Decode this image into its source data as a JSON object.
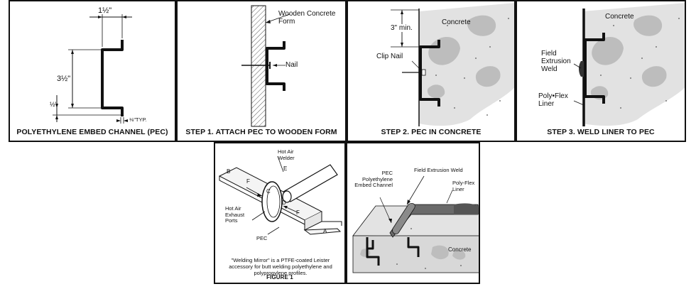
{
  "panels": {
    "p1": {
      "caption": "POLYETHYLENE EMBED CHANNEL (PEC)",
      "dim_top": "1½\"",
      "dim_height": "3½\"",
      "dim_small": "½\"",
      "dim_thickness": "⅛\"TYP."
    },
    "p2": {
      "caption": "STEP 1. ATTACH PEC TO WOODEN FORM",
      "form_label": "Wooden Concrete Form",
      "nail_label": "Nail"
    },
    "p3": {
      "caption": "STEP 2. PEC IN CONCRETE",
      "depth_label": "3\" min.",
      "concrete_label": "Concrete",
      "clip_nail_label": "Clip Nail"
    },
    "p4": {
      "caption": "STEP 3. WELD LINER TO PEC",
      "concrete_label": "Concrete",
      "weld_label": "Field Extrusion Weld",
      "liner_label": "Poly•Flex Liner"
    },
    "p5": {
      "caption": "FIGURE 1",
      "welder_label": "Hot Air Welder",
      "ports_label": "Hot Air Exhaust Ports",
      "pec_label": "PEC",
      "letters": [
        "A",
        "B",
        "C",
        "D",
        "E",
        "F",
        "F"
      ],
      "note": "\"Welding Mirror\" is a PTFE-coated Leister accessory for butt welding polyethylene and polypropylene profiles."
    },
    "p6": {
      "pec_label": "PEC Polyethylene Embed Channel",
      "weld_label": "Field Extrusion Weld",
      "liner_label": "Poly-Flex Liner",
      "concrete_label": "Concrete"
    }
  }
}
